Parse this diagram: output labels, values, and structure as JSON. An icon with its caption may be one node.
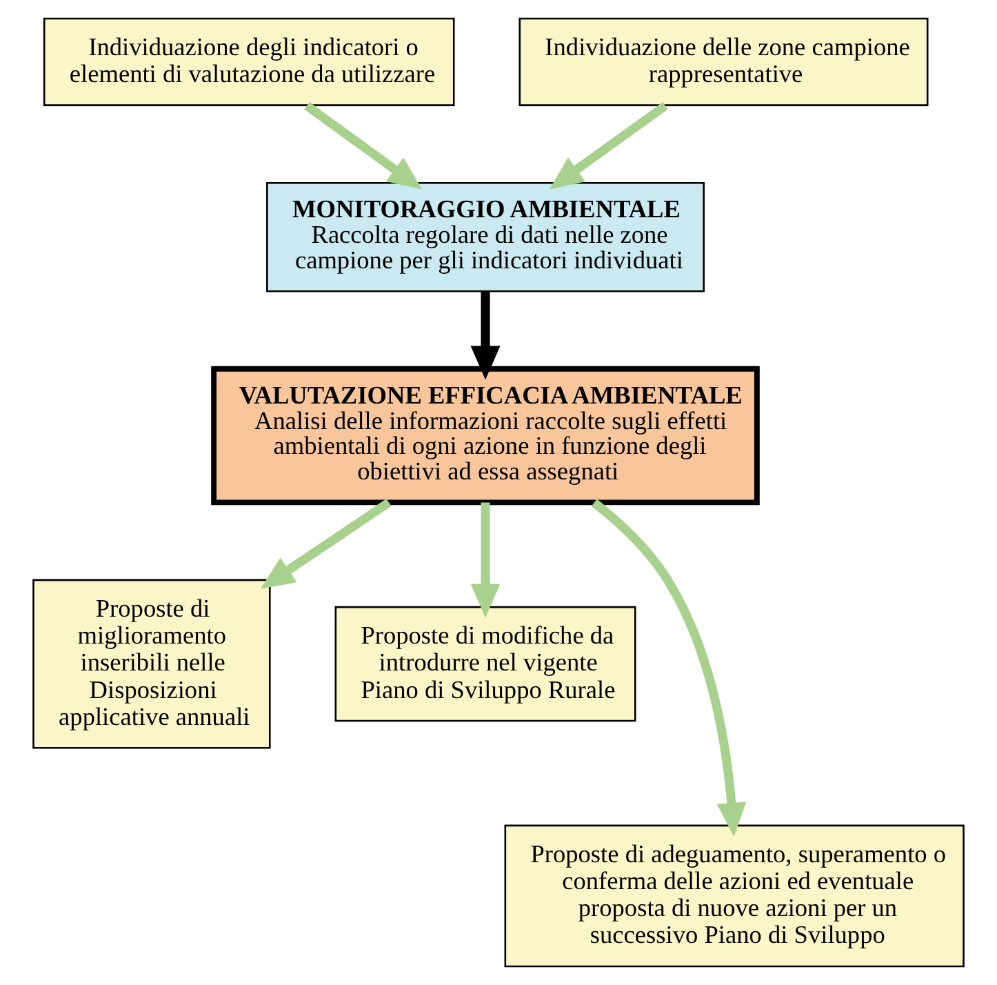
{
  "diagram": {
    "nodes": [
      {
        "text": [
          "Individuazione degli indicatori o elementi di valutazione da utilizzare"
        ]
      },
      {
        "text": [
          "Individuazione delle zone campione rappresentative"
        ]
      },
      {
        "text": [
          "MONITORAGGIO AMBIENTALE",
          "Raccolta regolare di dati nelle zone campione per gli indicatori individuati"
        ]
      },
      {
        "text": [
          "VALUTAZIONE EFFICACIA AMBIENTALE",
          "Analisi delle informazioni raccolte sugli effetti ambientali di ogni azione in funzione degli obiettivi ad essa assegnati"
        ]
      },
      {
        "text": [
          "Proposte di miglioramento inseribili nelle Disposizioni applicative annuali"
        ]
      },
      {
        "text": [
          "Proposte di modifiche da introdurre nel vigente Piano di Sviluppo Rurale"
        ]
      },
      {
        "text": [
          "Proposte di adeguamento, superamento o conferma delle azioni ed eventuale proposta di nuove azioni per un successivo Piano di Sviluppo"
        ]
      }
    ],
    "edges": [
      {
        "from": 0,
        "to": 2,
        "arrow": "to"
      },
      {
        "from": 1,
        "to": 2,
        "arrow": "to"
      },
      {
        "from": 2,
        "to": 3,
        "arrow": "to",
        "color": "#000000"
      },
      {
        "from": 3,
        "to": 4,
        "arrow": "to"
      },
      {
        "from": 3,
        "to": 5,
        "arrow": "to"
      },
      {
        "from": 3,
        "to": 6,
        "arrow": "to"
      }
    ]
  }
}
